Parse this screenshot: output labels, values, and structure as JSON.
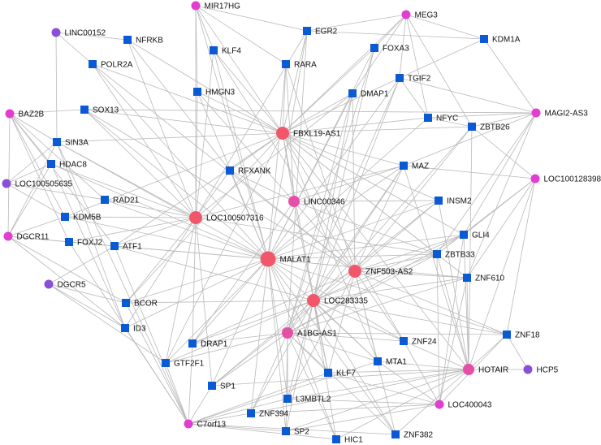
{
  "colors": {
    "background": "#ffffff",
    "edge": "#b9b9b9",
    "label": "#111111",
    "tf": "#0a5ad6",
    "lnc_hub": "#f2566a",
    "lnc_mid": "#e64fa8",
    "lnc_minor": "#e13dd0",
    "lnc_purple": "#8a4fd6"
  },
  "nodes": [
    {
      "id": "MIR17HG",
      "label": "MIR17HG",
      "shape": "circle",
      "size": "s",
      "group": "lnc_minor"
    },
    {
      "id": "MEG3",
      "label": "MEG3",
      "shape": "circle",
      "size": "s",
      "group": "lnc_minor"
    },
    {
      "id": "LINC00152",
      "label": "LINC00152",
      "shape": "circle",
      "size": "s",
      "group": "lnc_purple"
    },
    {
      "id": "NFRKB",
      "label": "NFRKB",
      "shape": "square",
      "size": "s",
      "group": "tf"
    },
    {
      "id": "EGR2",
      "label": "EGR2",
      "shape": "square",
      "size": "s",
      "group": "tf"
    },
    {
      "id": "KDM1A",
      "label": "KDM1A",
      "shape": "square",
      "size": "s",
      "group": "tf"
    },
    {
      "id": "KLF4",
      "label": "KLF4",
      "shape": "square",
      "size": "s",
      "group": "tf"
    },
    {
      "id": "FOXA3",
      "label": "FOXA3",
      "shape": "square",
      "size": "s",
      "group": "tf"
    },
    {
      "id": "POLR2A",
      "label": "POLR2A",
      "shape": "square",
      "size": "s",
      "group": "tf"
    },
    {
      "id": "RARA",
      "label": "RARA",
      "shape": "square",
      "size": "s",
      "group": "tf"
    },
    {
      "id": "TGIF2",
      "label": "TGIF2",
      "shape": "square",
      "size": "s",
      "group": "tf"
    },
    {
      "id": "HMGN3",
      "label": "HMGN3",
      "shape": "square",
      "size": "s",
      "group": "tf"
    },
    {
      "id": "DMAP1",
      "label": "DMAP1",
      "shape": "square",
      "size": "s",
      "group": "tf"
    },
    {
      "id": "BAZ2B",
      "label": "BAZ2B",
      "shape": "circle",
      "size": "s",
      "group": "lnc_minor"
    },
    {
      "id": "SOX13",
      "label": "SOX13",
      "shape": "square",
      "size": "s",
      "group": "tf"
    },
    {
      "id": "MAGI2-AS3",
      "label": "MAGI2-AS3",
      "shape": "circle",
      "size": "s",
      "group": "lnc_minor"
    },
    {
      "id": "NFYC",
      "label": "NFYC",
      "shape": "square",
      "size": "s",
      "group": "tf"
    },
    {
      "id": "ZBTB26",
      "label": "ZBTB26",
      "shape": "square",
      "size": "s",
      "group": "tf"
    },
    {
      "id": "FBXL19-AS1",
      "label": "FBXL19-AS1",
      "shape": "circle",
      "size": "l",
      "group": "lnc_hub"
    },
    {
      "id": "SIN3A",
      "label": "SIN3A",
      "shape": "square",
      "size": "s",
      "group": "tf"
    },
    {
      "id": "HDAC8",
      "label": "HDAC8",
      "shape": "square",
      "size": "s",
      "group": "tf"
    },
    {
      "id": "LOC100505635",
      "label": "LOC100505635",
      "shape": "circle",
      "size": "s",
      "group": "lnc_purple"
    },
    {
      "id": "RFXANK",
      "label": "RFXANK",
      "shape": "square",
      "size": "s",
      "group": "tf"
    },
    {
      "id": "MAZ",
      "label": "MAZ",
      "shape": "square",
      "size": "s",
      "group": "tf"
    },
    {
      "id": "LOC100128398",
      "label": "LOC100128398",
      "shape": "circle",
      "size": "s",
      "group": "lnc_minor"
    },
    {
      "id": "RAD21",
      "label": "RAD21",
      "shape": "square",
      "size": "s",
      "group": "tf"
    },
    {
      "id": "LINC00346",
      "label": "LINC00346",
      "shape": "circle",
      "size": "m",
      "group": "lnc_mid"
    },
    {
      "id": "INSM2",
      "label": "INSM2",
      "shape": "square",
      "size": "s",
      "group": "tf"
    },
    {
      "id": "KDM5B",
      "label": "KDM5B",
      "shape": "square",
      "size": "s",
      "group": "tf"
    },
    {
      "id": "LOC100507316",
      "label": "LOC100507316",
      "shape": "circle",
      "size": "l",
      "group": "lnc_hub"
    },
    {
      "id": "DGCR11",
      "label": "DGCR11",
      "shape": "circle",
      "size": "s",
      "group": "lnc_minor"
    },
    {
      "id": "FOXJ2",
      "label": "FOXJ2",
      "shape": "square",
      "size": "s",
      "group": "tf"
    },
    {
      "id": "GLI4",
      "label": "GLI4",
      "shape": "square",
      "size": "s",
      "group": "tf"
    },
    {
      "id": "ATF1",
      "label": "ATF1",
      "shape": "square",
      "size": "s",
      "group": "tf"
    },
    {
      "id": "ZBTB33",
      "label": "ZBTB33",
      "shape": "square",
      "size": "s",
      "group": "tf"
    },
    {
      "id": "MALAT1",
      "label": "MALAT1",
      "shape": "circle",
      "size": "xl",
      "group": "lnc_hub"
    },
    {
      "id": "ZNF503-AS2",
      "label": "ZNF503-AS2",
      "shape": "circle",
      "size": "l",
      "group": "lnc_hub"
    },
    {
      "id": "DGCR5",
      "label": "DGCR5",
      "shape": "circle",
      "size": "s",
      "group": "lnc_purple"
    },
    {
      "id": "ZNF610",
      "label": "ZNF610",
      "shape": "square",
      "size": "s",
      "group": "tf"
    },
    {
      "id": "BCOR",
      "label": "BCOR",
      "shape": "square",
      "size": "s",
      "group": "tf"
    },
    {
      "id": "LOC283335",
      "label": "LOC283335",
      "shape": "circle",
      "size": "l",
      "group": "lnc_hub"
    },
    {
      "id": "ID3",
      "label": "ID3",
      "shape": "square",
      "size": "s",
      "group": "tf"
    },
    {
      "id": "A1BG-AS1",
      "label": "A1BG-AS1",
      "shape": "circle",
      "size": "m",
      "group": "lnc_mid"
    },
    {
      "id": "ZNF18",
      "label": "ZNF18",
      "shape": "square",
      "size": "s",
      "group": "tf"
    },
    {
      "id": "DRAP1",
      "label": "DRAP1",
      "shape": "square",
      "size": "s",
      "group": "tf"
    },
    {
      "id": "ZNF24",
      "label": "ZNF24",
      "shape": "square",
      "size": "s",
      "group": "tf"
    },
    {
      "id": "GTF2F1",
      "label": "GTF2F1",
      "shape": "square",
      "size": "s",
      "group": "tf"
    },
    {
      "id": "MTA1",
      "label": "MTA1",
      "shape": "square",
      "size": "s",
      "group": "tf"
    },
    {
      "id": "HOTAIR",
      "label": "HOTAIR",
      "shape": "circle",
      "size": "m",
      "group": "lnc_mid"
    },
    {
      "id": "HCP5",
      "label": "HCP5",
      "shape": "circle",
      "size": "s",
      "group": "lnc_purple"
    },
    {
      "id": "KLF7",
      "label": "KLF7",
      "shape": "square",
      "size": "s",
      "group": "tf"
    },
    {
      "id": "SP1",
      "label": "SP1",
      "shape": "square",
      "size": "s",
      "group": "tf"
    },
    {
      "id": "L3MBTL2",
      "label": "L3MBTL2",
      "shape": "square",
      "size": "s",
      "group": "tf"
    },
    {
      "id": "LOC400043",
      "label": "LOC400043",
      "shape": "circle",
      "size": "s",
      "group": "lnc_minor"
    },
    {
      "id": "ZNF394",
      "label": "ZNF394",
      "shape": "square",
      "size": "s",
      "group": "tf"
    },
    {
      "id": "C7orf13",
      "label": "C7orf13",
      "shape": "circle",
      "size": "s",
      "group": "lnc_minor"
    },
    {
      "id": "SP2",
      "label": "SP2",
      "shape": "square",
      "size": "s",
      "group": "tf"
    },
    {
      "id": "ZNF382",
      "label": "ZNF382",
      "shape": "square",
      "size": "s",
      "group": "tf"
    },
    {
      "id": "HIC1",
      "label": "HIC1",
      "shape": "square",
      "size": "s",
      "group": "tf"
    }
  ],
  "edges": [
    [
      "FBXL19-AS1",
      "MIR17HG"
    ],
    [
      "FBXL19-AS1",
      "NFRKB"
    ],
    [
      "FBXL19-AS1",
      "EGR2"
    ],
    [
      "FBXL19-AS1",
      "KLF4"
    ],
    [
      "FBXL19-AS1",
      "FOXA3"
    ],
    [
      "FBXL19-AS1",
      "POLR2A"
    ],
    [
      "FBXL19-AS1",
      "RARA"
    ],
    [
      "FBXL19-AS1",
      "TGIF2"
    ],
    [
      "FBXL19-AS1",
      "HMGN3"
    ],
    [
      "FBXL19-AS1",
      "DMAP1"
    ],
    [
      "FBXL19-AS1",
      "SOX13"
    ],
    [
      "FBXL19-AS1",
      "NFYC"
    ],
    [
      "FBXL19-AS1",
      "ZBTB26"
    ],
    [
      "FBXL19-AS1",
      "SIN3A"
    ],
    [
      "FBXL19-AS1",
      "RFXANK"
    ],
    [
      "FBXL19-AS1",
      "MAZ"
    ],
    [
      "FBXL19-AS1",
      "INSM2"
    ],
    [
      "FBXL19-AS1",
      "KDM5B"
    ],
    [
      "FBXL19-AS1",
      "ZBTB33"
    ],
    [
      "FBXL19-AS1",
      "ZNF610"
    ],
    [
      "FBXL19-AS1",
      "ATF1"
    ],
    [
      "FBXL19-AS1",
      "GLI4"
    ],
    [
      "FBXL19-AS1",
      "MTA1"
    ],
    [
      "FBXL19-AS1",
      "KLF7"
    ],
    [
      "FBXL19-AS1",
      "ZNF24"
    ],
    [
      "FBXL19-AS1",
      "BCOR"
    ],
    [
      "FBXL19-AS1",
      "GTF2F1"
    ],
    [
      "MALAT1",
      "MIR17HG"
    ],
    [
      "MALAT1",
      "EGR2"
    ],
    [
      "MALAT1",
      "KLF4"
    ],
    [
      "MALAT1",
      "FOXA3"
    ],
    [
      "MALAT1",
      "POLR2A"
    ],
    [
      "MALAT1",
      "RARA"
    ],
    [
      "MALAT1",
      "HMGN3"
    ],
    [
      "MALAT1",
      "DMAP1"
    ],
    [
      "MALAT1",
      "SOX13"
    ],
    [
      "MALAT1",
      "SIN3A"
    ],
    [
      "MALAT1",
      "HDAC8"
    ],
    [
      "MALAT1",
      "RFXANK"
    ],
    [
      "MALAT1",
      "MAZ"
    ],
    [
      "MALAT1",
      "RAD21"
    ],
    [
      "MALAT1",
      "KDM5B"
    ],
    [
      "MALAT1",
      "FOXJ2"
    ],
    [
      "MALAT1",
      "ATF1"
    ],
    [
      "MALAT1",
      "GLI4"
    ],
    [
      "MALAT1",
      "ZBTB33"
    ],
    [
      "MALAT1",
      "ZNF610"
    ],
    [
      "MALAT1",
      "BCOR"
    ],
    [
      "MALAT1",
      "ID3"
    ],
    [
      "MALAT1",
      "DRAP1"
    ],
    [
      "MALAT1",
      "GTF2F1"
    ],
    [
      "MALAT1",
      "SP1"
    ],
    [
      "MALAT1",
      "KLF7"
    ],
    [
      "MALAT1",
      "MTA1"
    ],
    [
      "MALAT1",
      "L3MBTL2"
    ],
    [
      "MALAT1",
      "ZNF394"
    ],
    [
      "MALAT1",
      "SP2"
    ],
    [
      "MALAT1",
      "HIC1"
    ],
    [
      "MALAT1",
      "ZNF382"
    ],
    [
      "MALAT1",
      "ZNF24"
    ],
    [
      "MALAT1",
      "ZNF18"
    ],
    [
      "MALAT1",
      "INSM2"
    ],
    [
      "MALAT1",
      "NFYC"
    ],
    [
      "MALAT1",
      "TGIF2"
    ],
    [
      "LOC100507316",
      "NFRKB"
    ],
    [
      "LOC100507316",
      "KLF4"
    ],
    [
      "LOC100507316",
      "POLR2A"
    ],
    [
      "LOC100507316",
      "HMGN3"
    ],
    [
      "LOC100507316",
      "SOX13"
    ],
    [
      "LOC100507316",
      "SIN3A"
    ],
    [
      "LOC100507316",
      "HDAC8"
    ],
    [
      "LOC100507316",
      "RAD21"
    ],
    [
      "LOC100507316",
      "KDM5B"
    ],
    [
      "LOC100507316",
      "FOXJ2"
    ],
    [
      "LOC100507316",
      "ATF1"
    ],
    [
      "LOC100507316",
      "RFXANK"
    ],
    [
      "LOC100507316",
      "DMAP1"
    ],
    [
      "LOC100507316",
      "EGR2"
    ],
    [
      "LOC100507316",
      "MAZ"
    ],
    [
      "LOC100507316",
      "BCOR"
    ],
    [
      "LOC100507316",
      "ID3"
    ],
    [
      "LOC100507316",
      "GTF2F1"
    ],
    [
      "LOC100507316",
      "DRAP1"
    ],
    [
      "LOC100507316",
      "SP1"
    ],
    [
      "LOC100507316",
      "ZBTB33"
    ],
    [
      "LOC100507316",
      "MIR17HG"
    ],
    [
      "ZNF503-AS2",
      "RARA"
    ],
    [
      "ZNF503-AS2",
      "KLF4"
    ],
    [
      "ZNF503-AS2",
      "DMAP1"
    ],
    [
      "ZNF503-AS2",
      "MAZ"
    ],
    [
      "ZNF503-AS2",
      "ZBTB26"
    ],
    [
      "ZNF503-AS2",
      "INSM2"
    ],
    [
      "ZNF503-AS2",
      "GLI4"
    ],
    [
      "ZNF503-AS2",
      "ZBTB33"
    ],
    [
      "ZNF503-AS2",
      "ZNF610"
    ],
    [
      "ZNF503-AS2",
      "ZNF18"
    ],
    [
      "ZNF503-AS2",
      "MTA1"
    ],
    [
      "ZNF503-AS2",
      "KLF7"
    ],
    [
      "ZNF503-AS2",
      "ZNF24"
    ],
    [
      "ZNF503-AS2",
      "HMGN3"
    ],
    [
      "ZNF503-AS2",
      "POLR2A"
    ],
    [
      "ZNF503-AS2",
      "SOX13"
    ],
    [
      "ZNF503-AS2",
      "RFXANK"
    ],
    [
      "ZNF503-AS2",
      "DRAP1"
    ],
    [
      "ZNF503-AS2",
      "SP1"
    ],
    [
      "ZNF503-AS2",
      "L3MBTL2"
    ],
    [
      "ZNF503-AS2",
      "ZNF382"
    ],
    [
      "LOC283335",
      "DMAP1"
    ],
    [
      "LOC283335",
      "MAZ"
    ],
    [
      "LOC283335",
      "GLI4"
    ],
    [
      "LOC283335",
      "ZBTB33"
    ],
    [
      "LOC283335",
      "ZNF610"
    ],
    [
      "LOC283335",
      "ZNF18"
    ],
    [
      "LOC283335",
      "MTA1"
    ],
    [
      "LOC283335",
      "KLF7"
    ],
    [
      "LOC283335",
      "ZNF24"
    ],
    [
      "LOC283335",
      "DRAP1"
    ],
    [
      "LOC283335",
      "GTF2F1"
    ],
    [
      "LOC283335",
      "SP1"
    ],
    [
      "LOC283335",
      "L3MBTL2"
    ],
    [
      "LOC283335",
      "ZNF394"
    ],
    [
      "LOC283335",
      "SP2"
    ],
    [
      "LOC283335",
      "HIC1"
    ],
    [
      "LOC283335",
      "ZNF382"
    ],
    [
      "LOC283335",
      "INSM2"
    ],
    [
      "LOC283335",
      "ATF1"
    ],
    [
      "LOC283335",
      "BCOR"
    ],
    [
      "LOC283335",
      "TGIF2"
    ],
    [
      "LOC283335",
      "FOXA3"
    ],
    [
      "LINC00346",
      "RFXANK"
    ],
    [
      "LINC00346",
      "MAZ"
    ],
    [
      "LINC00346",
      "ZBTB33"
    ],
    [
      "LINC00346",
      "FBXL19-AS1"
    ],
    [
      "LINC00346",
      "RARA"
    ],
    [
      "LINC00346",
      "INSM2"
    ],
    [
      "LINC00346",
      "KLF7"
    ],
    [
      "LINC00346",
      "DRAP1"
    ],
    [
      "A1BG-AS1",
      "DMAP1"
    ],
    [
      "A1BG-AS1",
      "FOXA3"
    ],
    [
      "A1BG-AS1",
      "MAZ"
    ],
    [
      "A1BG-AS1",
      "ZBTB26"
    ],
    [
      "A1BG-AS1",
      "GLI4"
    ],
    [
      "A1BG-AS1",
      "ZBTB33"
    ],
    [
      "A1BG-AS1",
      "ZNF610"
    ],
    [
      "A1BG-AS1",
      "ZNF18"
    ],
    [
      "A1BG-AS1",
      "MTA1"
    ],
    [
      "A1BG-AS1",
      "KLF7"
    ],
    [
      "A1BG-AS1",
      "ZNF24"
    ],
    [
      "A1BG-AS1",
      "SP1"
    ],
    [
      "A1BG-AS1",
      "DRAP1"
    ],
    [
      "A1BG-AS1",
      "L3MBTL2"
    ],
    [
      "A1BG-AS1",
      "ZNF394"
    ],
    [
      "A1BG-AS1",
      "SP2"
    ],
    [
      "A1BG-AS1",
      "HIC1"
    ],
    [
      "A1BG-AS1",
      "ZNF382"
    ],
    [
      "A1BG-AS1",
      "GTF2F1"
    ],
    [
      "A1BG-AS1",
      "TGIF2"
    ],
    [
      "A1BG-AS1",
      "EGR2"
    ],
    [
      "HOTAIR",
      "ZBTB26"
    ],
    [
      "HOTAIR",
      "GLI4"
    ],
    [
      "HOTAIR",
      "ZBTB33"
    ],
    [
      "HOTAIR",
      "ZNF610"
    ],
    [
      "HOTAIR",
      "ZNF18"
    ],
    [
      "HOTAIR",
      "MTA1"
    ],
    [
      "HOTAIR",
      "KLF7"
    ],
    [
      "HOTAIR",
      "ZNF24"
    ],
    [
      "HOTAIR",
      "L3MBTL2"
    ],
    [
      "HOTAIR",
      "ZNF394"
    ],
    [
      "HOTAIR",
      "SP2"
    ],
    [
      "HOTAIR",
      "HIC1"
    ],
    [
      "HOTAIR",
      "ZNF382"
    ],
    [
      "HOTAIR",
      "INSM2"
    ],
    [
      "HOTAIR",
      "MAZ"
    ],
    [
      "HOTAIR",
      "SP1"
    ],
    [
      "HOTAIR",
      "FBXL19-AS1"
    ],
    [
      "LOC400043",
      "ZNF610"
    ],
    [
      "LOC400043",
      "ZNF18"
    ],
    [
      "LOC400043",
      "GLI4"
    ],
    [
      "LOC400043",
      "ZNF24"
    ],
    [
      "LOC400043",
      "SP2"
    ],
    [
      "LOC400043",
      "L3MBTL2"
    ],
    [
      "LOC400043",
      "ZNF394"
    ],
    [
      "LOC400043",
      "KLF7"
    ],
    [
      "LOC400043",
      "ZBTB33"
    ],
    [
      "LOC400043",
      "MTA1"
    ],
    [
      "C7orf13",
      "ID3"
    ],
    [
      "C7orf13",
      "DRAP1"
    ],
    [
      "C7orf13",
      "GTF2F1"
    ],
    [
      "C7orf13",
      "SP1"
    ],
    [
      "C7orf13",
      "L3MBTL2"
    ],
    [
      "C7orf13",
      "ZNF394"
    ],
    [
      "C7orf13",
      "SP2"
    ],
    [
      "C7orf13",
      "HIC1"
    ],
    [
      "C7orf13",
      "ZNF382"
    ],
    [
      "C7orf13",
      "KLF7"
    ],
    [
      "C7orf13",
      "BCOR"
    ],
    [
      "C7orf13",
      "ATF1"
    ],
    [
      "C7orf13",
      "FOXJ2"
    ],
    [
      "C7orf13",
      "MTA1"
    ],
    [
      "MEG3",
      "EGR2"
    ],
    [
      "MEG3",
      "FOXA3"
    ],
    [
      "MEG3",
      "KDM1A"
    ],
    [
      "MEG3",
      "TGIF2"
    ],
    [
      "MEG3",
      "NFYC"
    ],
    [
      "MEG3",
      "ZBTB26"
    ],
    [
      "MEG3",
      "FBXL19-AS1"
    ],
    [
      "MEG3",
      "DMAP1"
    ],
    [
      "MAGI2-AS3",
      "KDM1A"
    ],
    [
      "MAGI2-AS3",
      "TGIF2"
    ],
    [
      "MAGI2-AS3",
      "NFYC"
    ],
    [
      "MAGI2-AS3",
      "ZBTB26"
    ],
    [
      "MAGI2-AS3",
      "GLI4"
    ],
    [
      "MAGI2-AS3",
      "ZNF610"
    ],
    [
      "MAGI2-AS3",
      "SOX13"
    ],
    [
      "MAGI2-AS3",
      "ZBTB33"
    ],
    [
      "MAGI2-AS3",
      "MAZ"
    ],
    [
      "LOC100128398",
      "ZBTB26"
    ],
    [
      "LOC100128398",
      "GLI4"
    ],
    [
      "LOC100128398",
      "ZNF610"
    ],
    [
      "LOC100128398",
      "ZNF18"
    ],
    [
      "LOC100128398",
      "ZBTB33"
    ],
    [
      "LOC100128398",
      "HOTAIR"
    ],
    [
      "LOC100128398",
      "MAZ"
    ],
    [
      "HCP5",
      "ZNF18"
    ],
    [
      "HCP5",
      "HOTAIR"
    ],
    [
      "LINC00152",
      "NFRKB"
    ],
    [
      "LINC00152",
      "SIN3A"
    ],
    [
      "LINC00152",
      "POLR2A"
    ],
    [
      "BAZ2B",
      "SOX13"
    ],
    [
      "BAZ2B",
      "SIN3A"
    ],
    [
      "BAZ2B",
      "HDAC8"
    ],
    [
      "BAZ2B",
      "KDM5B"
    ],
    [
      "BAZ2B",
      "FOXJ2"
    ],
    [
      "BAZ2B",
      "RAD21"
    ],
    [
      "BAZ2B",
      "ATF1"
    ],
    [
      "BAZ2B",
      "DGCR11"
    ],
    [
      "LOC100505635",
      "HDAC8"
    ],
    [
      "LOC100505635",
      "SIN3A"
    ],
    [
      "LOC100505635",
      "RAD21"
    ],
    [
      "LOC100505635",
      "KDM5B"
    ],
    [
      "DGCR11",
      "SIN3A"
    ],
    [
      "DGCR11",
      "HDAC8"
    ],
    [
      "DGCR11",
      "KDM5B"
    ],
    [
      "DGCR11",
      "FOXJ2"
    ],
    [
      "DGCR11",
      "ATF1"
    ],
    [
      "DGCR11",
      "BCOR"
    ],
    [
      "DGCR11",
      "ID3"
    ],
    [
      "DGCR5",
      "BCOR"
    ],
    [
      "DGCR5",
      "ID3"
    ],
    [
      "DGCR5",
      "ATF1"
    ],
    [
      "DGCR5",
      "GTF2F1"
    ],
    [
      "MIR17HG",
      "HMGN3"
    ],
    [
      "MIR17HG",
      "RARA"
    ],
    [
      "MIR17HG",
      "EGR2"
    ],
    [
      "MIR17HG",
      "KLF4"
    ],
    [
      "SIN3A",
      "ID3"
    ],
    [
      "SIN3A",
      "C7orf13"
    ],
    [
      "HDAC8",
      "ID3"
    ],
    [
      "NFRKB",
      "RFXANK"
    ],
    [
      "EGR2",
      "KDM1A"
    ],
    [
      "KDM1A",
      "TGIF2"
    ],
    [
      "TGIF2",
      "NFYC"
    ],
    [
      "NFYC",
      "ZBTB26"
    ]
  ]
}
